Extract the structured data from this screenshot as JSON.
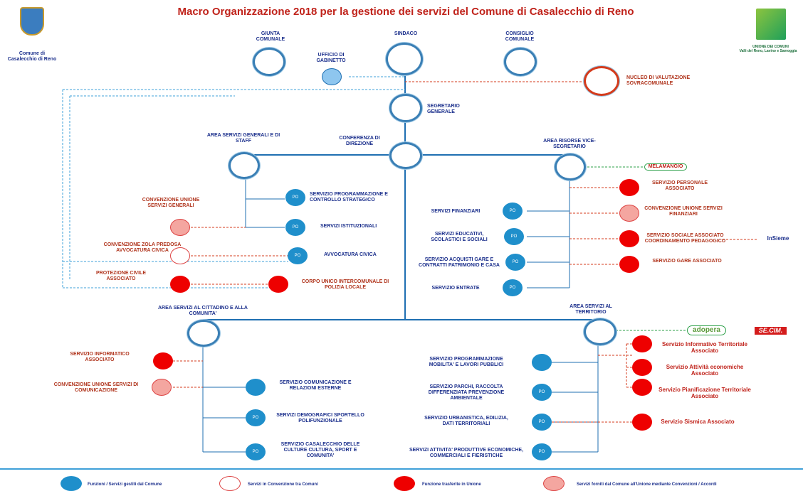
{
  "title": "Macro Organizzazione 2018 per la gestione dei servizi del Comune di Casalecchio di Reno",
  "left_logo": {
    "line1": "Comune di",
    "line2": "Casalecchio di Reno"
  },
  "right_logo": {
    "line1": "UNIONE DEI COMUNI",
    "line2": "Valli del Reno, Lavino e Samoggia"
  },
  "top": {
    "giunta": "GIUNTA COMUNALE",
    "sindaco": "SINDACO",
    "consiglio": "CONSIGLIO COMUNALE",
    "gabinetto": "UFFICIO DI GABINETTO",
    "nucleo": "NUCLEO DI VALUTAZIONE SOVRACOMUNALE",
    "segretario": "SEGRETARIO GENERALE",
    "conferenza": "CONFERENZA DI DIREZIONE"
  },
  "area_generali": {
    "title": "AREA SERVIZI GENERALI E DI STAFF",
    "programmazione": "SERVIZIO PROGRAMMAZIONE E CONTROLLO STRATEGICO",
    "istituzionali": "SERVIZI ISTITUZIONALI",
    "avvocatura": "AVVOCATURA CIVICA",
    "conv_unione": "CONVENZIONE UNIONE SERVIZI GENERALI",
    "conv_zola": "CONVENZIONE ZOLA PREDOSA AVVOCATURA CIVICA",
    "protezione": "PROTEZIONE CIVILE ASSOCIATO",
    "polizia": "CORPO UNICO INTERCOMUNALE DI POLIZIA LOCALE"
  },
  "area_risorse": {
    "title": "AREA RISORSE VICE-SEGRETARIO",
    "melamangio": "MELAMANGIO",
    "finanziari": "SERVIZI FINANZIARI",
    "educativi": "SERVIZI EDUCATIVI, SCOLASTICI E SOCIALI",
    "acquisti": "SERVIZIO ACQUISTI GARE E CONTRATTI PATRIMONIO E CASA",
    "entrate": "SERVIZIO ENTRATE",
    "personale": "SERVIZIO PERSONALE ASSOCIATO",
    "conv_fin": "CONVENZIONE UNIONE SERVIZI FINANZIARI",
    "sociale": "SERVIZIO SOCIALE ASSOCIATO COORDINAMENTO PEDAGOGICO",
    "gare": "SERVIZIO GARE ASSOCIATO",
    "insieme": "InSieme"
  },
  "area_cittadino": {
    "title": "AREA SERVIZI AL CITTADINO E ALLA COMUNITA'",
    "informatico": "SERVIZIO INFORMATICO ASSOCIATO",
    "conv_com": "CONVENZIONE UNIONE SERVIZI DI COMUNICAZIONE",
    "comunicazione": "SERVIZIO COMUNICAZIONE E RELAZIONI ESTERNE",
    "demografici": "SERVIZI DEMOGRAFICI SPORTELLO POLIFUNZIONALE",
    "culture": "SERVIZIO CASALECCHIO DELLE CULTURE CULTURA, SPORT E COMUNITA'"
  },
  "area_territorio": {
    "title": "AREA SERVIZI AL TERRITORIO",
    "adopera": "adopera",
    "secim": "SE.CIM.",
    "mobilita": "SERVIZIO PROGRAMMAZIONE MOBILITA' E LAVORI PUBBLICI",
    "parchi": "SERVIZIO PARCHI, RACCOLTA DIFFERENZIATA PREVENZIONE AMBIENTALE",
    "urbanistica": "SERVIZIO URBANISTICA, EDILIZIA, DATI TERRITORIALI",
    "produttive": "SERVIZI ATTIVITA' PRODUTTIVE ECONOMICHE, COMMERCIALI E FIERISTICHE",
    "informativo": "Servizio Informativo Territoriale Associato",
    "economiche": "Servizio Attività economiche Associato",
    "pianificazione": "Servizio Pianificazione Territoriale Associato",
    "sismica": "Servizio Sismica Associato"
  },
  "po": "PO",
  "legend": {
    "blue": "Funzioni / Servizi gestiti dal Comune",
    "white": "Servizi in Convenzione tra Comuni",
    "red": "Funzione trasferite in Unione",
    "pink": "Servizi forniti dal Comune all'Unione mediante Convenzioni / Accordi"
  },
  "colors": {
    "blue": "#1f8fcb",
    "red": "#ee0000",
    "pink": "#f4a6a0",
    "title": "#c0231b",
    "text": "#1b2f8c"
  }
}
